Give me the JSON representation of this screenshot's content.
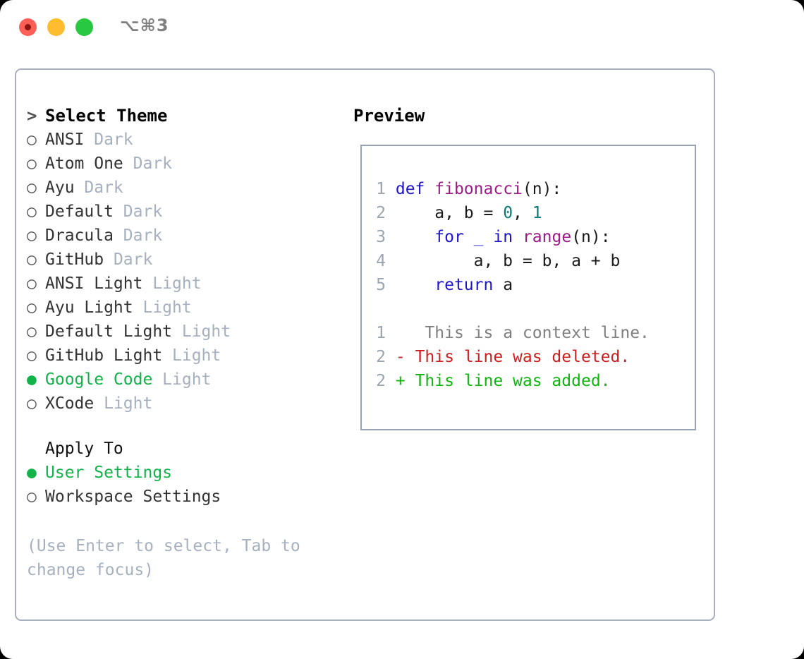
{
  "titlebar": {
    "shortcut": "⌥⌘3",
    "buttons": [
      {
        "name": "close",
        "color": "#fd5f57"
      },
      {
        "name": "minimize",
        "color": "#febc2e"
      },
      {
        "name": "maximize",
        "color": "#28c840"
      }
    ]
  },
  "theme_picker": {
    "header_prefix": ">",
    "header": "Select Theme",
    "bullet_unselected": "○",
    "bullet_selected": "●",
    "items": [
      {
        "name": "ANSI",
        "variant": "Dark",
        "selected": false
      },
      {
        "name": "Atom One",
        "variant": "Dark",
        "selected": false
      },
      {
        "name": "Ayu",
        "variant": "Dark",
        "selected": false
      },
      {
        "name": "Default",
        "variant": "Dark",
        "selected": false
      },
      {
        "name": "Dracula",
        "variant": "Dark",
        "selected": false
      },
      {
        "name": "GitHub",
        "variant": "Dark",
        "selected": false
      },
      {
        "name": "ANSI Light",
        "variant": "Light",
        "selected": false
      },
      {
        "name": "Ayu Light",
        "variant": "Light",
        "selected": false
      },
      {
        "name": "Default Light",
        "variant": "Light",
        "selected": false
      },
      {
        "name": "GitHub Light",
        "variant": "Light",
        "selected": false
      },
      {
        "name": "Google Code",
        "variant": "Light",
        "selected": true
      },
      {
        "name": "XCode",
        "variant": "Light",
        "selected": false
      }
    ]
  },
  "apply_to": {
    "label": "Apply To",
    "options": [
      {
        "name": "User Settings",
        "selected": true
      },
      {
        "name": "Workspace Settings",
        "selected": false
      }
    ]
  },
  "hint": "(Use Enter to select, Tab to change focus)",
  "preview": {
    "title": "Preview",
    "code_lines": [
      {
        "num": "1",
        "tokens": [
          {
            "t": "def",
            "c": "kw"
          },
          {
            "t": " ",
            "c": "pl"
          },
          {
            "t": "fibonacci",
            "c": "fn"
          },
          {
            "t": "(n):",
            "c": "pl"
          }
        ]
      },
      {
        "num": "2",
        "tokens": [
          {
            "t": "    a, b = ",
            "c": "pl"
          },
          {
            "t": "0",
            "c": "num"
          },
          {
            "t": ", ",
            "c": "pl"
          },
          {
            "t": "1",
            "c": "num"
          }
        ]
      },
      {
        "num": "3",
        "tokens": [
          {
            "t": "    ",
            "c": "pl"
          },
          {
            "t": "for",
            "c": "kw"
          },
          {
            "t": " ",
            "c": "pl"
          },
          {
            "t": "_",
            "c": "kw"
          },
          {
            "t": " ",
            "c": "pl"
          },
          {
            "t": "in",
            "c": "kw"
          },
          {
            "t": " ",
            "c": "pl"
          },
          {
            "t": "range",
            "c": "fn"
          },
          {
            "t": "(n):",
            "c": "pl"
          }
        ]
      },
      {
        "num": "4",
        "tokens": [
          {
            "t": "        a, b = b, a + b",
            "c": "pl"
          }
        ]
      },
      {
        "num": "5",
        "tokens": [
          {
            "t": "    ",
            "c": "pl"
          },
          {
            "t": "return",
            "c": "kw"
          },
          {
            "t": " ",
            "c": "pl"
          },
          {
            "t": "a",
            "c": "pl"
          }
        ]
      }
    ],
    "diff_lines": [
      {
        "num": "1",
        "marker": " ",
        "text": "  This is a context line.",
        "kind": "ctx"
      },
      {
        "num": "2",
        "marker": "-",
        "text": " This line was deleted.",
        "kind": "del"
      },
      {
        "num": "2",
        "marker": "+",
        "text": " This line was added.",
        "kind": "add"
      }
    ]
  },
  "colors": {
    "selected_green": "#12b24a",
    "variant_gray": "#a6b0bf",
    "keyword_blue": "#1e16c8",
    "function_magenta": "#9c1a84",
    "number_teal": "#0a7a78",
    "diff_delete_red": "#cc1f1f",
    "diff_add_green": "#10b510",
    "line_number_gray": "#9aa5b1",
    "panel_border": "#a7b0be"
  }
}
